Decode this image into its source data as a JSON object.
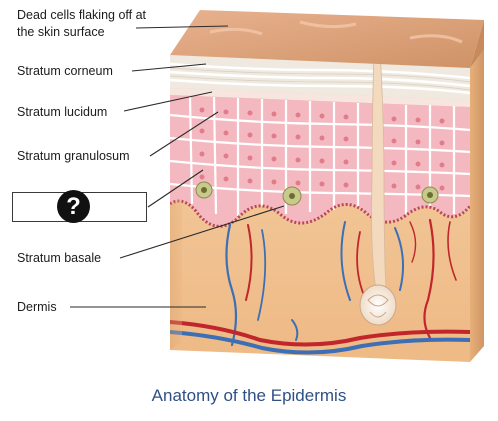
{
  "labels": {
    "dead_cells": "Dead cells flaking off at the skin surface",
    "stratum_corneum": "Stratum corneum",
    "stratum_lucidum": "Stratum lucidum",
    "stratum_granulosum": "Stratum granulosum",
    "stratum_basale": "Stratum basale",
    "dermis": "Dermis"
  },
  "hidden_label": {
    "marker": "?"
  },
  "caption": "Anatomy of the Epidermis",
  "colors": {
    "surface": "#d9a07a",
    "corneum": "#efe9df",
    "epidermis_cells": "#f4b9c0",
    "cell_border": "#ffffff",
    "dermis": "#f1c99b",
    "artery": "#c0262b",
    "vein": "#3c6fb6",
    "hair_shaft": "#f3d9bd",
    "caption": "#2f4f86"
  }
}
